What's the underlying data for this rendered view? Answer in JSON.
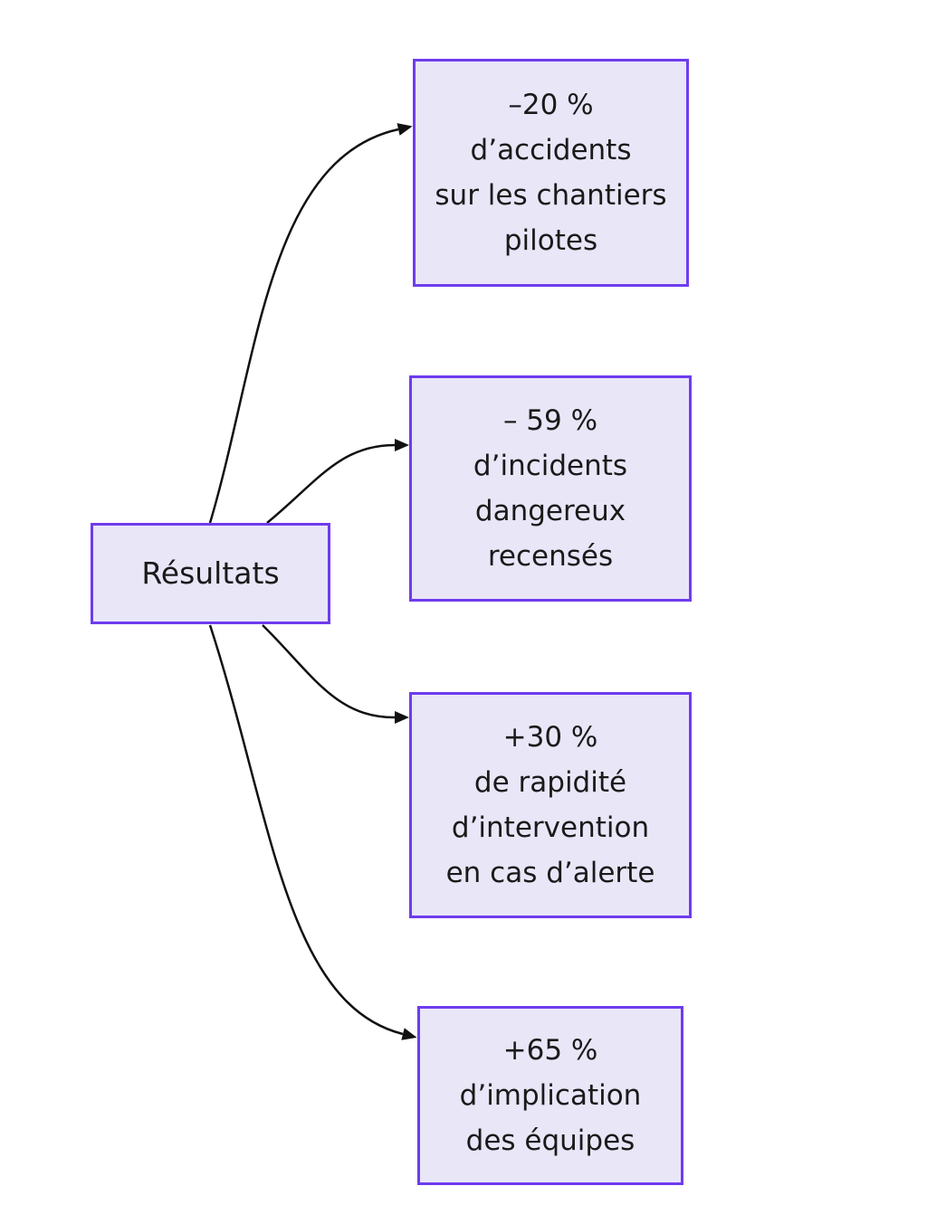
{
  "diagram": {
    "center": {
      "label": "Résultats"
    },
    "results": [
      {
        "lines": [
          "–20 %",
          "d’accidents",
          "sur les chantiers",
          "pilotes"
        ]
      },
      {
        "lines": [
          "– 59 %",
          "d’incidents",
          "dangereux",
          "recensés"
        ]
      },
      {
        "lines": [
          "+30 %",
          "de rapidité",
          "d’intervention",
          "en cas d’alerte"
        ]
      },
      {
        "lines": [
          "+65 %",
          "d’implication",
          "des équipes"
        ]
      }
    ]
  },
  "colors": {
    "box_fill": "#e9e6f8",
    "box_border": "#6e3cee",
    "arrow": "#111111",
    "text": "#1a1a1a"
  }
}
